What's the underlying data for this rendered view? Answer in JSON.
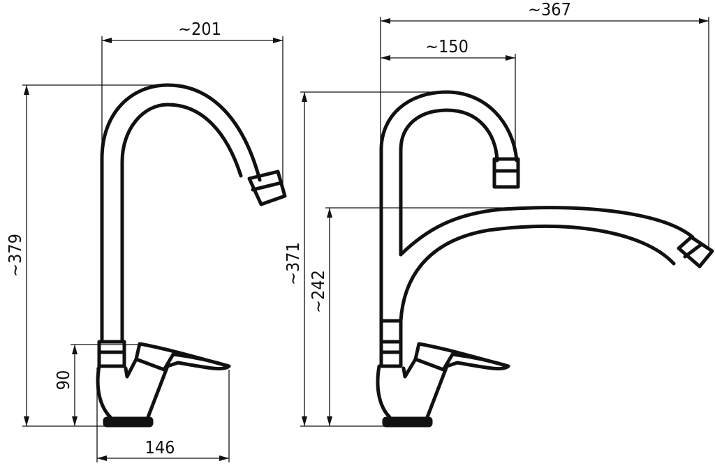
{
  "dimensions": {
    "left_spout_reach": "~201",
    "left_total_height": "~379",
    "left_body_height": "90",
    "left_body_width": "146",
    "right_total_reach": "~367",
    "right_hook_reach": "~150",
    "right_total_height": "~371",
    "right_low_spout_height": "~242"
  },
  "colors": {
    "line": "#111111",
    "background": "#ffffff"
  }
}
